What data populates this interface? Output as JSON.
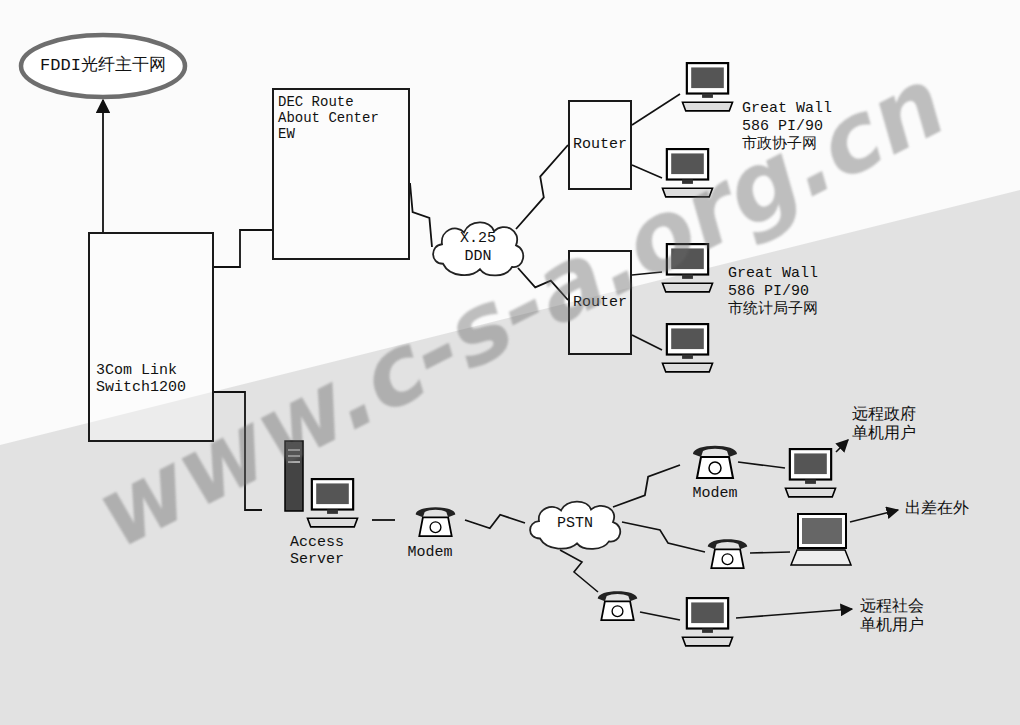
{
  "diagram": {
    "nodes": [
      {
        "text": [
          "FDDI光纤主干网"
        ]
      },
      {
        "text": [
          "DEC Route About Center EW"
        ]
      },
      {
        "text": [
          "X.25 DDN"
        ]
      },
      {
        "text": [
          "Router"
        ]
      },
      {
        "text": [
          "Router"
        ]
      },
      {
        "text": [
          "3Com Link Switch1200"
        ]
      },
      {
        "text": [
          "Access Server"
        ]
      },
      {
        "text": [
          "Modem"
        ]
      },
      {
        "text": [
          "PSTN"
        ]
      },
      {
        "text": [
          "Modem"
        ]
      }
    ],
    "edges": [
      {
        "from": 5,
        "to": 0,
        "arrow": "to"
      },
      {
        "from": 5,
        "to": 1,
        "arrow": "none"
      },
      {
        "from": 1,
        "to": 2,
        "arrow": "none"
      },
      {
        "from": 2,
        "to": 3,
        "arrow": "none"
      },
      {
        "from": 2,
        "to": 4,
        "arrow": "none"
      },
      {
        "from": 5,
        "to": 6,
        "arrow": "none"
      },
      {
        "from": 6,
        "to": 7,
        "arrow": "none"
      },
      {
        "from": 7,
        "to": 8,
        "arrow": "none"
      },
      {
        "from": 8,
        "to": 9,
        "arrow": "none"
      }
    ],
    "labels": [
      "Great Wall 586 PI/90 市政协子网",
      "Great Wall 586 PI/90 市统计局子网",
      "远程政府单机用户",
      "出差在外",
      "远程社会单机用户",
      "www.c-s-a.org.cn"
    ]
  }
}
